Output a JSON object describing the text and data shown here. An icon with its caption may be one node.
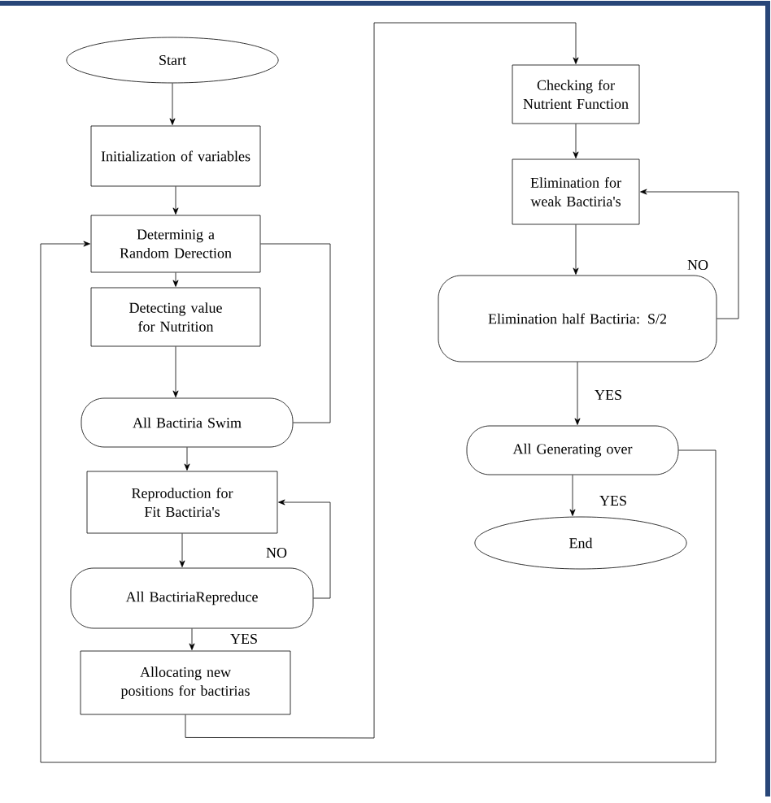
{
  "diagram": {
    "nodes": [
      {
        "text": [
          "Start"
        ]
      },
      {
        "text": [
          "Initialization of variables"
        ]
      },
      {
        "text": [
          "Determinig a Random Derection"
        ]
      },
      {
        "text": [
          "Detecting value for Nutrition"
        ]
      },
      {
        "text": [
          "All Bactiria Swim"
        ]
      },
      {
        "text": [
          "Reproduction for Fit Bactiria's"
        ]
      },
      {
        "text": [
          "All BactiriaRepreduce"
        ]
      },
      {
        "text": [
          "Allocating new positions for bactirias"
        ]
      },
      {
        "text": [
          "Checking for Nutrient Function"
        ]
      },
      {
        "text": [
          "Elimination for weak Bactiria's"
        ]
      },
      {
        "text": [
          "Elimination half Bactiria: S/2"
        ]
      },
      {
        "text": [
          "All Generating over"
        ]
      },
      {
        "text": [
          "End"
        ]
      }
    ],
    "edges": [
      {
        "from": 0,
        "to": 1,
        "arrow": "to"
      },
      {
        "from": 1,
        "to": 2,
        "arrow": "to"
      },
      {
        "from": 2,
        "to": 3,
        "arrow": "to"
      },
      {
        "from": 3,
        "to": 4,
        "arrow": "to"
      },
      {
        "from": 4,
        "to": 2,
        "arrow": "none"
      },
      {
        "from": 4,
        "to": 5,
        "arrow": "to"
      },
      {
        "from": 5,
        "to": 6,
        "arrow": "to"
      },
      {
        "from": 6,
        "to": 5,
        "arrow": "to",
        "label": "NO"
      },
      {
        "from": 6,
        "to": 7,
        "arrow": "to",
        "label": "YES"
      },
      {
        "from": 7,
        "to": 8,
        "arrow": "to"
      },
      {
        "from": 8,
        "to": 9,
        "arrow": "to"
      },
      {
        "from": 9,
        "to": 10,
        "arrow": "to"
      },
      {
        "from": 10,
        "to": 9,
        "arrow": "to",
        "label": "NO"
      },
      {
        "from": 10,
        "to": 11,
        "arrow": "to",
        "label": "YES"
      },
      {
        "from": 11,
        "to": 12,
        "arrow": "to",
        "label": "YES"
      },
      {
        "from": 11,
        "to": 2,
        "arrow": "to"
      }
    ]
  }
}
